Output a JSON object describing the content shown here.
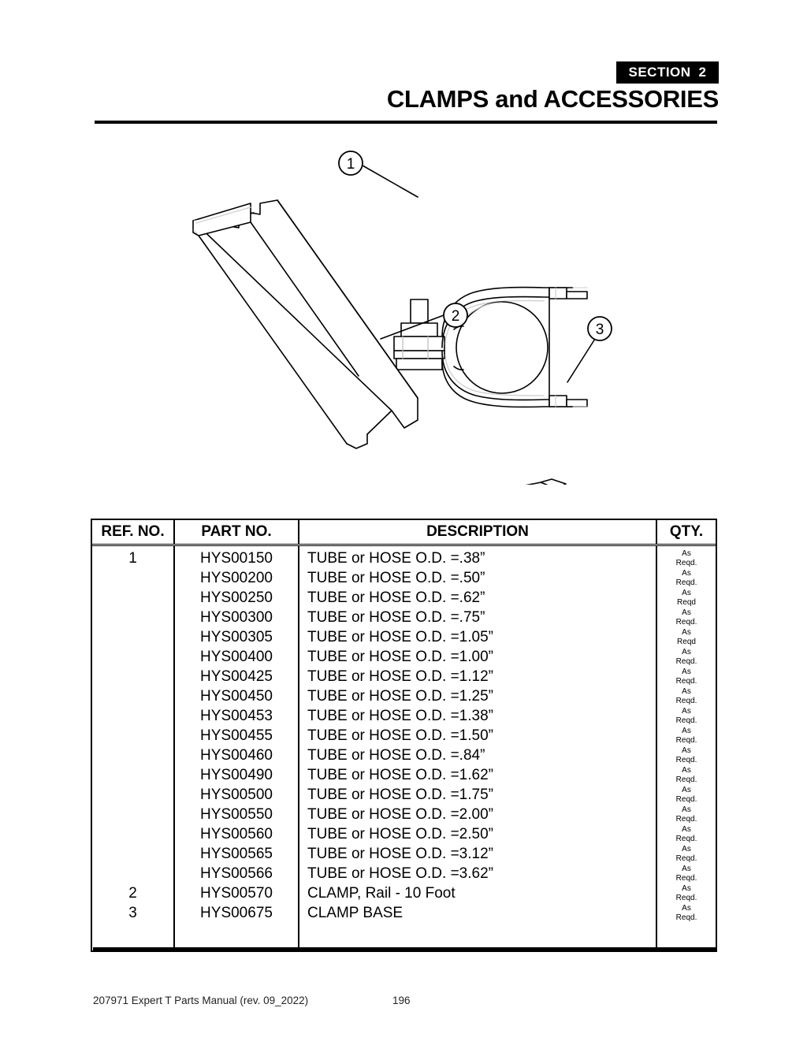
{
  "header": {
    "section_word": "SECTION",
    "section_number": "2",
    "title": "CLAMPS and ACCESSORIES"
  },
  "illustration": {
    "callouts": [
      {
        "id": "1",
        "label": "1"
      },
      {
        "id": "2",
        "label": "2"
      },
      {
        "id": "3",
        "label": "3"
      }
    ],
    "parts_depicted": [
      "tube-or-hose-clamp",
      "clamp-rail-10-foot",
      "clamp-base"
    ]
  },
  "table": {
    "columns": [
      "REF. NO.",
      "PART NO.",
      "DESCRIPTION",
      "QTY."
    ],
    "rows": [
      {
        "ref": "1",
        "part": "HYS00150",
        "desc": "TUBE or HOSE O.D. =.38”",
        "qty1": "As",
        "qty2": "Reqd."
      },
      {
        "ref": "",
        "part": "HYS00200",
        "desc": "TUBE or HOSE O.D. =.50”",
        "qty1": "As",
        "qty2": "Reqd."
      },
      {
        "ref": "",
        "part": "HYS00250",
        "desc": "TUBE or HOSE O.D. =.62”",
        "qty1": "As",
        "qty2": "Reqd"
      },
      {
        "ref": "",
        "part": "HYS00300",
        "desc": "TUBE or HOSE O.D. =.75”",
        "qty1": "As",
        "qty2": "Reqd."
      },
      {
        "ref": "",
        "part": "HYS00305",
        "desc": "TUBE or HOSE O.D. =1.05”",
        "qty1": "As",
        "qty2": "Reqd"
      },
      {
        "ref": "",
        "part": "HYS00400",
        "desc": "TUBE or HOSE O.D. =1.00”",
        "qty1": "As",
        "qty2": "Reqd."
      },
      {
        "ref": "",
        "part": "HYS00425",
        "desc": "TUBE or HOSE O.D. =1.12”",
        "qty1": "As",
        "qty2": "Reqd."
      },
      {
        "ref": "",
        "part": "HYS00450",
        "desc": "TUBE or HOSE O.D. =1.25”",
        "qty1": "As",
        "qty2": "Reqd."
      },
      {
        "ref": "",
        "part": "HYS00453",
        "desc": "TUBE or HOSE O.D. =1.38”",
        "qty1": "As",
        "qty2": "Reqd."
      },
      {
        "ref": "",
        "part": "HYS00455",
        "desc": "TUBE or HOSE O.D. =1.50”",
        "qty1": "As",
        "qty2": "Reqd."
      },
      {
        "ref": "",
        "part": "HYS00460",
        "desc": "TUBE or HOSE O.D. =.84”",
        "qty1": "As",
        "qty2": "Reqd."
      },
      {
        "ref": "",
        "part": "HYS00490",
        "desc": "TUBE or HOSE O.D. =1.62”",
        "qty1": "As",
        "qty2": "Reqd."
      },
      {
        "ref": "",
        "part": "HYS00500",
        "desc": "TUBE or HOSE O.D. =1.75”",
        "qty1": "As",
        "qty2": "Reqd."
      },
      {
        "ref": "",
        "part": "HYS00550",
        "desc": "TUBE or HOSE O.D. =2.00”",
        "qty1": "As",
        "qty2": "Reqd."
      },
      {
        "ref": "",
        "part": "HYS00560",
        "desc": "TUBE or HOSE O.D. =2.50”",
        "qty1": "As",
        "qty2": "Reqd."
      },
      {
        "ref": "",
        "part": "HYS00565",
        "desc": "TUBE or HOSE O.D. =3.12”",
        "qty1": "As",
        "qty2": "Reqd."
      },
      {
        "ref": "",
        "part": "HYS00566",
        "desc": "TUBE or HOSE O.D. =3.62”",
        "qty1": "As",
        "qty2": "Reqd."
      },
      {
        "ref": "2",
        "part": "HYS00570",
        "desc": "CLAMP, Rail - 10 Foot",
        "qty1": "As",
        "qty2": "Reqd."
      },
      {
        "ref": "3",
        "part": "HYS00675",
        "desc": "CLAMP BASE",
        "qty1": "As",
        "qty2": "Reqd."
      }
    ]
  },
  "footer": {
    "manual": "207971 Expert T Parts Manual (rev. 09_2022)",
    "page_number": "196"
  }
}
